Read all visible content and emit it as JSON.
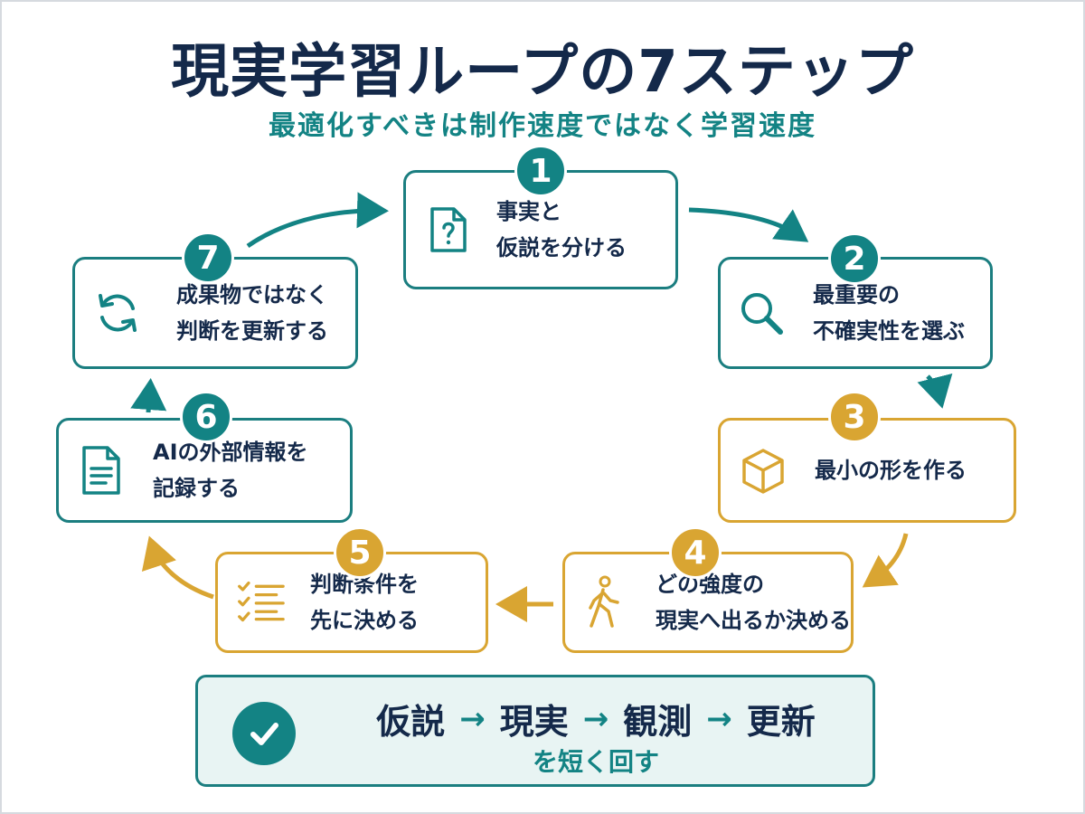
{
  "title": "現実学習ループの7ステップ",
  "subtitle": "最適化すべきは制作速度ではなく学習速度",
  "colors": {
    "teal": "#138384",
    "gold": "#d9a532",
    "navy": "#14294a"
  },
  "steps": [
    {
      "number": "1",
      "lines": [
        "事実と",
        "仮説を分ける"
      ],
      "icon": "document-question-icon",
      "color": "teal"
    },
    {
      "number": "2",
      "lines": [
        "最重要の",
        "不確実性を選ぶ"
      ],
      "icon": "magnifier-icon",
      "color": "teal"
    },
    {
      "number": "3",
      "lines": [
        "最小の形を作る"
      ],
      "icon": "cube-icon",
      "color": "gold"
    },
    {
      "number": "4",
      "lines": [
        "どの強度の",
        "現実へ出るか決める"
      ],
      "icon": "walking-person-icon",
      "color": "gold"
    },
    {
      "number": "5",
      "lines": [
        "判断条件を",
        "先に決める"
      ],
      "icon": "checklist-icon",
      "color": "gold"
    },
    {
      "number": "6",
      "lines": [
        "AIの外部情報を",
        "記録する"
      ],
      "icon": "document-icon",
      "color": "teal"
    },
    {
      "number": "7",
      "lines": [
        "成果物ではなく",
        "判断を更新する"
      ],
      "icon": "refresh-icon",
      "color": "teal"
    }
  ],
  "summary": {
    "flow": [
      "仮説",
      "現実",
      "観測",
      "更新"
    ],
    "arrow": "→",
    "sub": "を短く回す",
    "icon": "checkmark-icon"
  }
}
